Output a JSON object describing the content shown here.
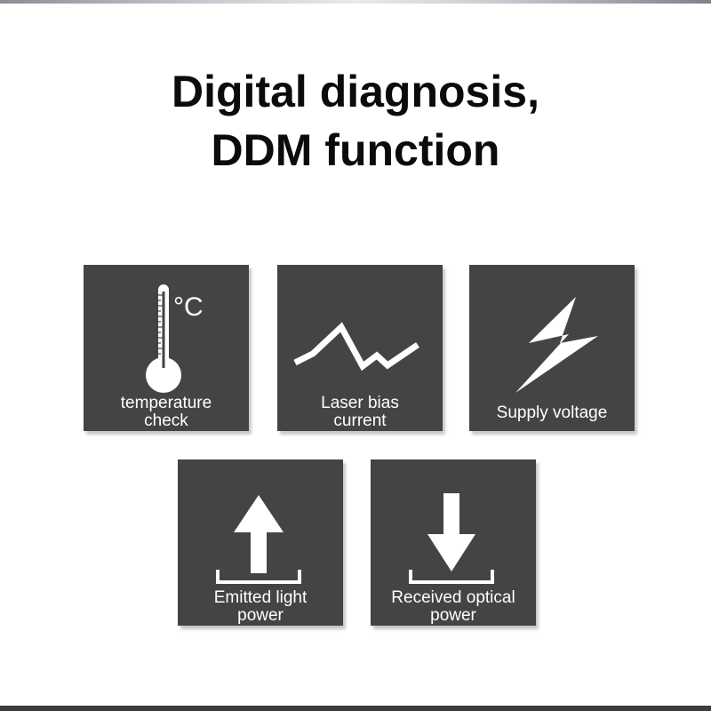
{
  "heading": {
    "line1": "Digital diagnosis,",
    "line2": "DDM function"
  },
  "tiles": [
    {
      "icon": "thermometer-icon",
      "unit": "°C",
      "label_line1": "temperature",
      "label_line2": "check"
    },
    {
      "icon": "zigzag-waveform-icon",
      "label_line1": "Laser bias",
      "label_line2": "current"
    },
    {
      "icon": "lightning-bolt-icon",
      "label_line1": "Supply voltage"
    },
    {
      "icon": "up-arrow-icon",
      "label_line1": "Emitted light",
      "label_line2": "power"
    },
    {
      "icon": "down-arrow-icon",
      "label_line1": "Received optical",
      "label_line2": "power"
    }
  ],
  "colors": {
    "tile_background": "#444444",
    "tile_foreground": "#ffffff",
    "heading_text": "#0b0b0b",
    "page_background": "#ffffff"
  }
}
